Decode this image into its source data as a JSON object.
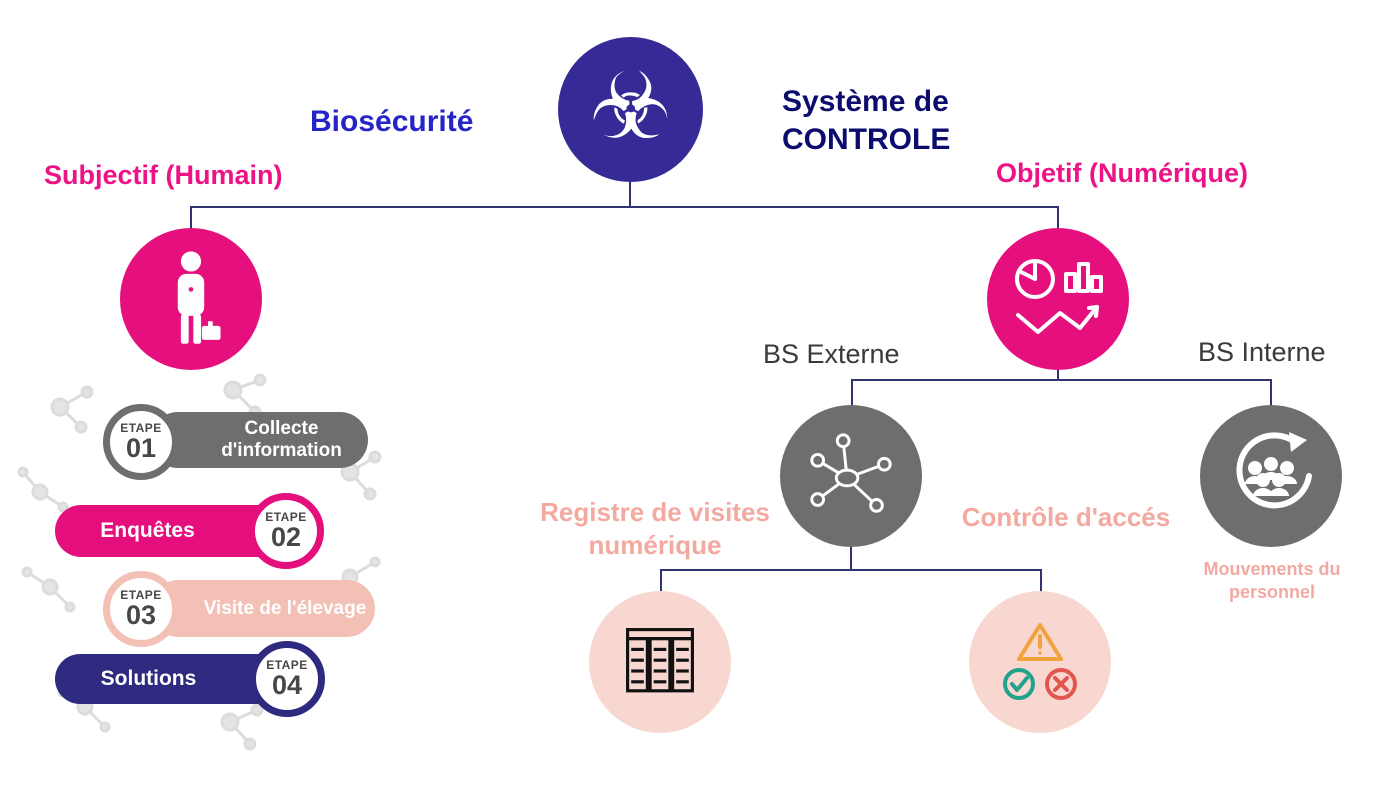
{
  "glyphs": {
    "biohazard": "☣"
  },
  "header": {
    "left_title": "Biosécurité",
    "right_title": "Système de CONTROLE",
    "left_branch": "Subjectif (Humain)",
    "right_branch": "Objetif (Numérique)"
  },
  "nodes": {
    "bs_externe": "BS Externe",
    "bs_interne": "BS Interne",
    "registre": "Registre de visites numérique",
    "controle": "Contrôle d'accés",
    "mouvements": "Mouvements du personnel"
  },
  "etapes": [
    {
      "word": "ETAPE",
      "num": "01",
      "label": "Collecte d'information"
    },
    {
      "word": "ETAPE",
      "num": "02",
      "label": "Enquêtes"
    },
    {
      "word": "ETAPE",
      "num": "03",
      "label": "Visite de l'élevage"
    },
    {
      "word": "ETAPE",
      "num": "04",
      "label": "Solutions"
    }
  ],
  "colors": {
    "root_circle": "#362a96",
    "magenta_circle": "#e50f7e",
    "gray_circle": "#6e6e6e",
    "light_pink_circle": "#f8d7d0",
    "blue_title": "#2424c8",
    "navy_title": "#0c0c6e",
    "pink_heading": "#ee1287",
    "pale_pink_text": "#f4a9a0",
    "connector": "#32326e",
    "etape_gray": "#6e6e6e",
    "etape_pink": "#e40f7d",
    "etape_salmon": "#f3c0b6",
    "etape_navy": "#2e2a80"
  }
}
